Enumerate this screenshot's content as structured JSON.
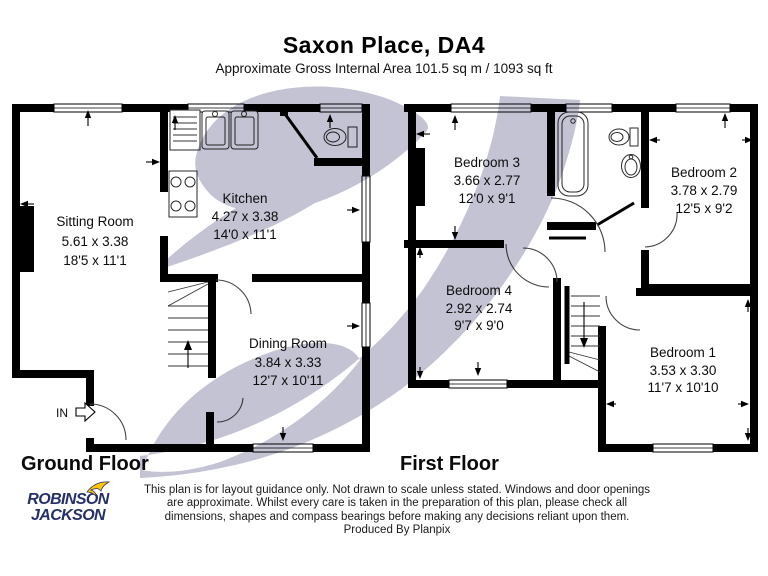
{
  "header": {
    "title": "Saxon Place, DA4",
    "subtitle": "Approximate Gross Internal Area 101.5 sq m / 1093 sq ft"
  },
  "ground_floor": {
    "label": "Ground Floor",
    "entrance_label": "IN",
    "rooms": {
      "sitting_room": {
        "name": "Sitting Room",
        "metric": "5.61 x 3.38",
        "imperial": "18'5 x 11'1"
      },
      "kitchen": {
        "name": "Kitchen",
        "metric": "4.27 x 3.38",
        "imperial": "14'0 x 11'1"
      },
      "dining_room": {
        "name": "Dining Room",
        "metric": "3.84 x 3.33",
        "imperial": "12'7 x 10'11"
      }
    }
  },
  "first_floor": {
    "label": "First Floor",
    "rooms": {
      "bedroom_3": {
        "name": "Bedroom 3",
        "metric": "3.66 x 2.77",
        "imperial": "12'0 x 9'1"
      },
      "bedroom_2": {
        "name": "Bedroom 2",
        "metric": "3.78 x 2.79",
        "imperial": "12'5 x 9'2"
      },
      "bedroom_4": {
        "name": "Bedroom 4",
        "metric": "2.92 x 2.74",
        "imperial": "9'7 x 9'0"
      },
      "bedroom_1": {
        "name": "Bedroom 1",
        "metric": "3.53 x 3.30",
        "imperial": "11'7 x 10'10"
      }
    }
  },
  "footer": {
    "disclaimer_lines": [
      "This plan is for layout guidance only. Not drawn to scale unless stated. Windows and door openings",
      "are approximate. Whilst every care is taken in the preparation of this plan, please check all",
      "dimensions, shapes and compass bearings before making any decisions reliant upon them.",
      "Produced By Planpix"
    ]
  },
  "logo": {
    "line1": "ROBINSON",
    "line2": "JACKSON"
  },
  "colors": {
    "walls": "#000000",
    "watermark": "#c3c3d3",
    "logo_navy": "#252f68",
    "logo_yellow": "#ffc60a"
  }
}
